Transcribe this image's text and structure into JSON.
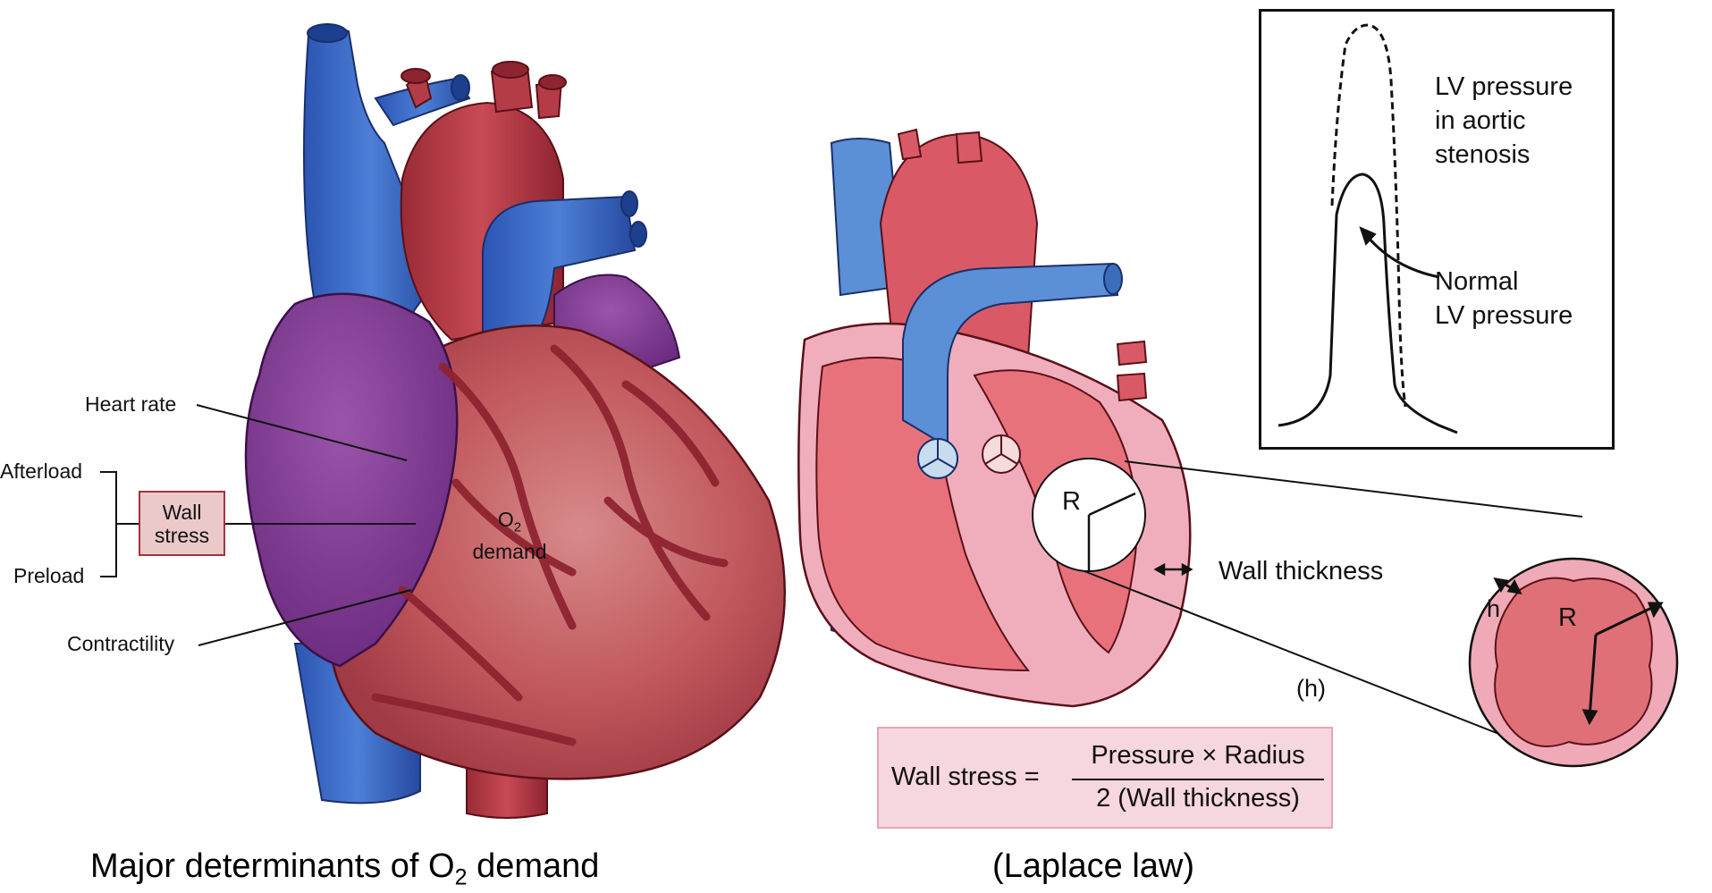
{
  "left_panel": {
    "labels": {
      "heart_rate": "Heart rate",
      "afterload": "Afterload",
      "preload": "Preload",
      "contractility": "Contractility",
      "wall_stress_line1": "Wall",
      "wall_stress_line2": "stress",
      "o2_main": "O",
      "o2_sub": "2",
      "demand": "demand"
    },
    "caption_main": "Major determinants of O",
    "caption_sub": "2",
    "caption_end": " demand"
  },
  "right_panel": {
    "inset": {
      "aortic_line1": "LV pressure",
      "aortic_line2": "in aortic",
      "aortic_line3": "stenosis",
      "normal_line1": "Normal",
      "normal_line2": "LV pressure"
    },
    "labels": {
      "radius": "R",
      "wall_thickness": "Wall thickness",
      "h_paren": "(h)",
      "zoom_h": "h",
      "zoom_r": "R"
    },
    "formula": {
      "lhs": "Wall stress =",
      "numerator": "Pressure × Radius",
      "denominator": "2 (Wall thickness)"
    },
    "caption": "(Laplace law)"
  },
  "colors": {
    "vein_blue": "#3d6fc4",
    "artery_red": "#b0353f",
    "myocardium": "#c2585d",
    "atrium_purple": "#7e3a8e",
    "laplace_pink": "#f2a5b4",
    "laplace_red": "#e06a72",
    "formula_bg": "#f6d6df"
  }
}
